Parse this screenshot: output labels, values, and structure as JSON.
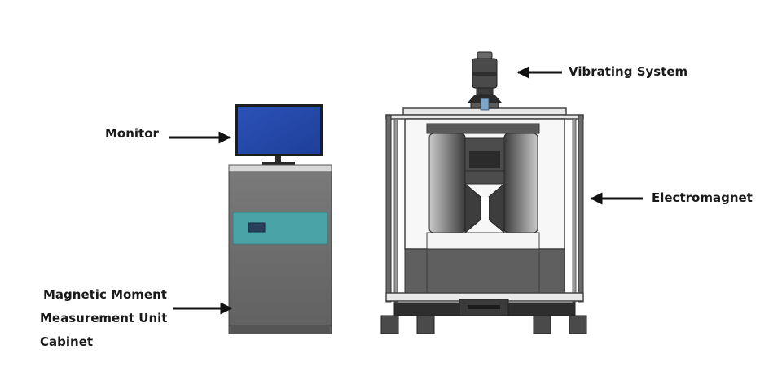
{
  "labels": {
    "vibrating_system": "Vibrating System",
    "monitor": "Monitor",
    "electromagnet": "Electromagnet",
    "cabinet_line1": "Magnetic Moment",
    "cabinet_line2": "Measurement Unit",
    "cabinet_line3": "Cabinet"
  },
  "colors": {
    "monitor_screen": "#2448a8",
    "cabinet_body": "#676767",
    "cabinet_panel": "#4aa3a6",
    "magnet_frame": "#555555",
    "pole_gray": "#6f6f6f",
    "arrow": "#111111"
  }
}
